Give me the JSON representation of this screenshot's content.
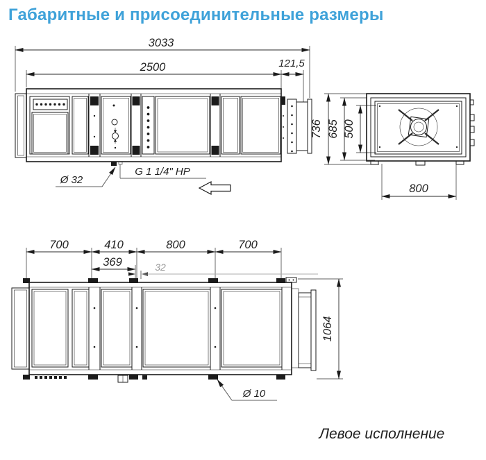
{
  "title": "Габаритные и присоединительные размеры",
  "caption": "Левое исполнение",
  "colors": {
    "accent": "#3fa2d9",
    "line": "#1b1b1b",
    "dim_muted": "#9a9a9a"
  },
  "front_view": {
    "dims": {
      "overall_length": "3033",
      "casing_length": "2500",
      "duct_offset": "121,5"
    },
    "labels": {
      "drain": "Ø 32",
      "pipe_thread": "G 1 1/4\" HP"
    }
  },
  "side_view": {
    "dims": {
      "overall_height": "736",
      "casing_height": "685",
      "opening_height": "500",
      "casing_width": "800"
    }
  },
  "top_view": {
    "dims": {
      "section_lengths": [
        "700",
        "410",
        "800",
        "700"
      ],
      "service_zone": "369",
      "gap": "32",
      "overall_depth": "1064"
    },
    "labels": {
      "mounting_hole": "Ø 10"
    }
  }
}
